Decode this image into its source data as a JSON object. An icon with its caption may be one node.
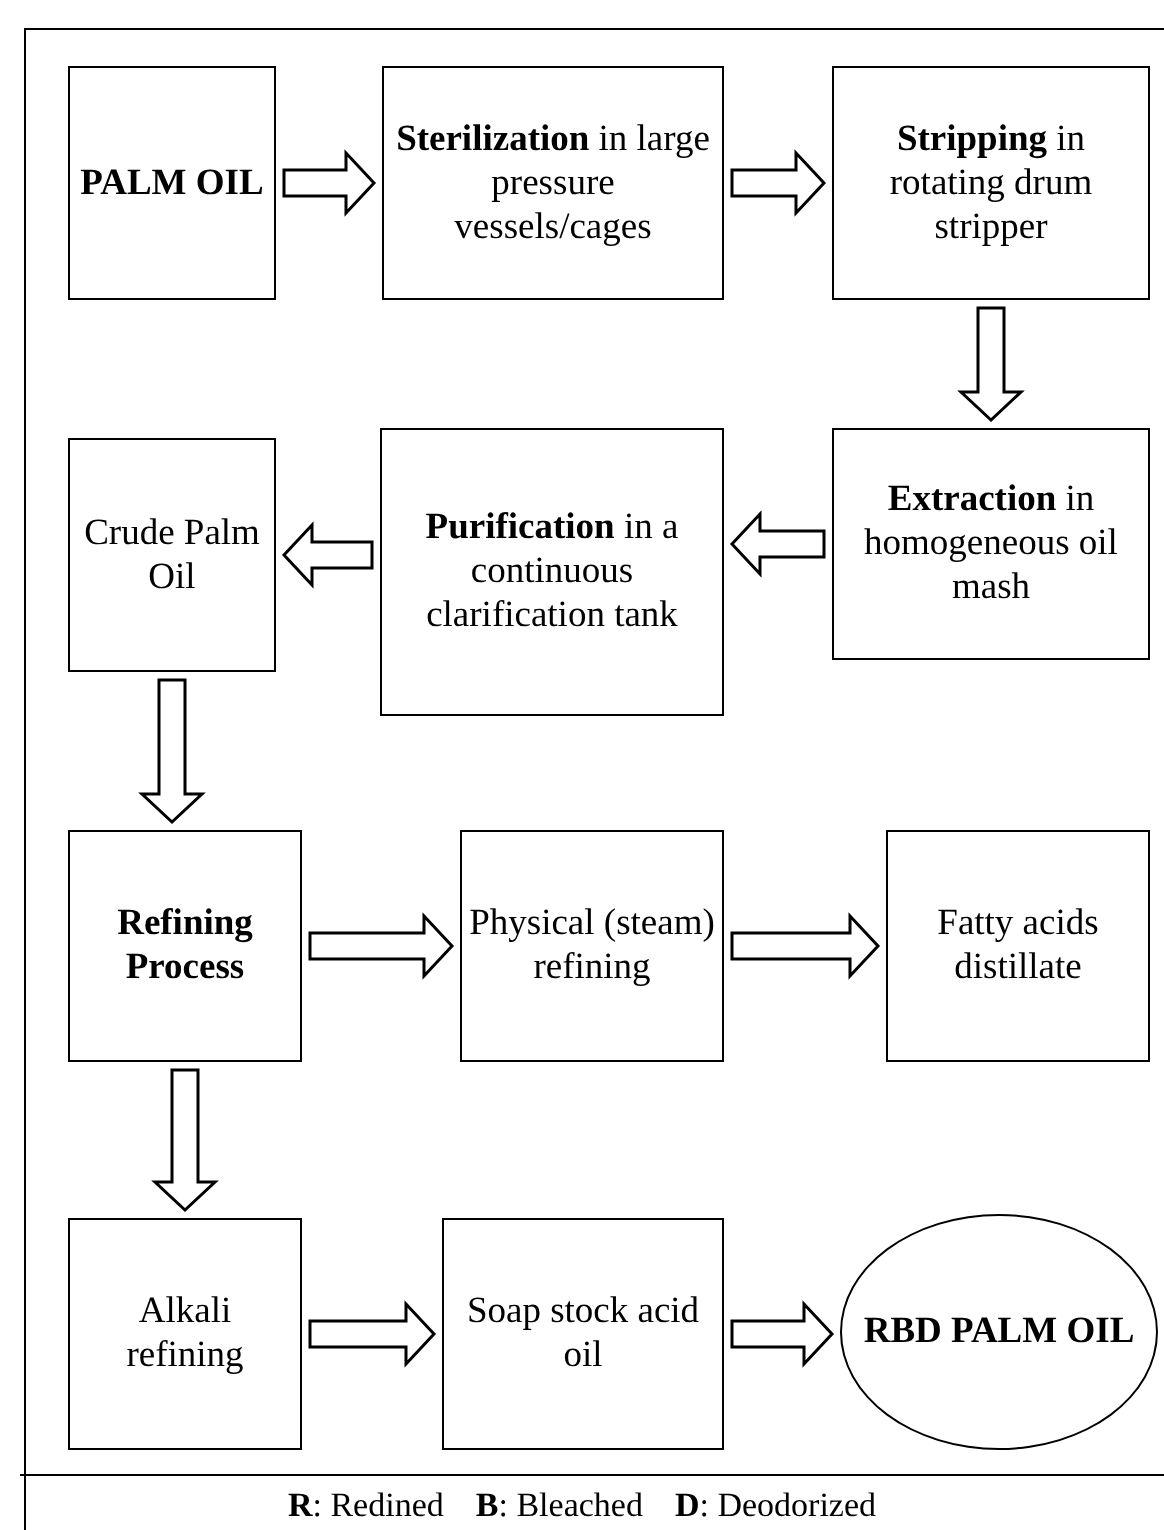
{
  "diagram": {
    "nodes": [
      {
        "text": [
          "PALM OIL"
        ]
      },
      {
        "text": [
          "**Sterilization** in large pressure vessels/cages"
        ]
      },
      {
        "text": [
          "**Stripping** in rotating drum stripper"
        ]
      },
      {
        "text": [
          "Crude Palm Oil"
        ]
      },
      {
        "text": [
          "**Purification** in a continuous clarification tank"
        ]
      },
      {
        "text": [
          "**Extraction** in homogeneous oil mash"
        ]
      },
      {
        "text": [
          "Refining Process"
        ]
      },
      {
        "text": [
          "Physical (steam) refining"
        ]
      },
      {
        "text": [
          "Fatty acids distillate"
        ]
      },
      {
        "text": [
          "Alkali refining"
        ]
      },
      {
        "text": [
          "Soap stock acid oil"
        ]
      },
      {
        "text": [
          "RBD PALM OIL"
        ]
      }
    ],
    "edges": [
      {
        "from": 0,
        "to": 1,
        "arrow": "to"
      },
      {
        "from": 1,
        "to": 2,
        "arrow": "to"
      },
      {
        "from": 2,
        "to": 5,
        "arrow": "to"
      },
      {
        "from": 5,
        "to": 4,
        "arrow": "to"
      },
      {
        "from": 4,
        "to": 3,
        "arrow": "to"
      },
      {
        "from": 3,
        "to": 6,
        "arrow": "to"
      },
      {
        "from": 6,
        "to": 7,
        "arrow": "to"
      },
      {
        "from": 7,
        "to": 8,
        "arrow": "to"
      },
      {
        "from": 6,
        "to": 9,
        "arrow": "to"
      },
      {
        "from": 9,
        "to": 10,
        "arrow": "to"
      },
      {
        "from": 10,
        "to": 11,
        "arrow": "to"
      }
    ],
    "labels": [
      "**R**: Redined",
      "**B**: Bleached",
      "**D**: Deodorized"
    ]
  }
}
